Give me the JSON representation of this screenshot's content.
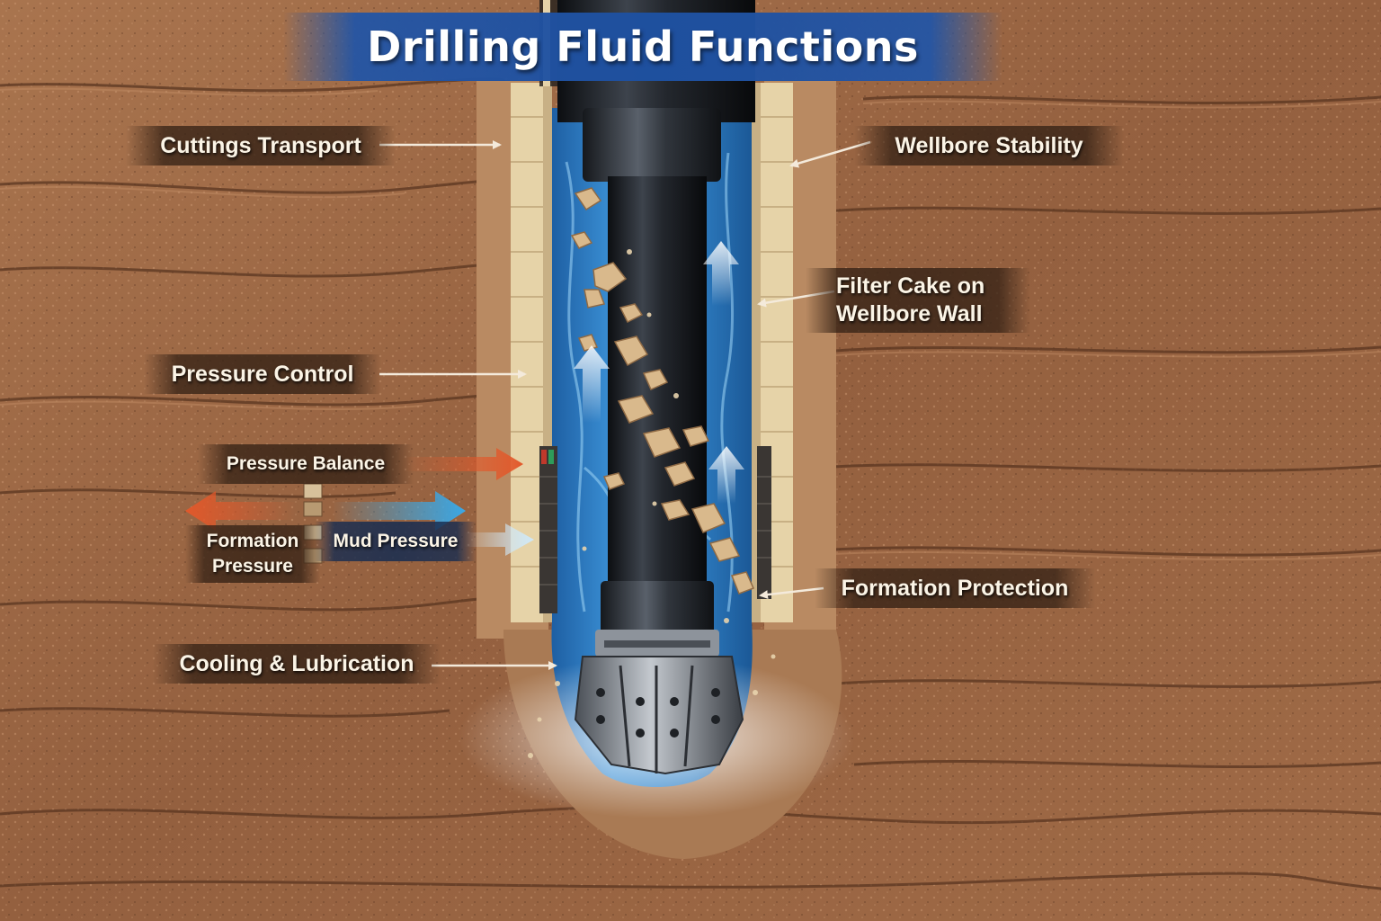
{
  "title": "Drilling Fluid Functions",
  "labels": {
    "cuttings_transport": "Cuttings Transport",
    "wellbore_stability": "Wellbore Stability",
    "filter_cake_line1": "Filter Cake on",
    "filter_cake_line2": "Wellbore Wall",
    "pressure_control": "Pressure Control",
    "pressure_balance": "Pressure Balance",
    "formation_pressure_line1": "Formation",
    "formation_pressure_line2": "Pressure",
    "mud_pressure": "Mud Pressure",
    "formation_protection": "Formation Protection",
    "cooling_lubrication": "Cooling & Lubrication"
  },
  "colors": {
    "rock": "#9c6a47",
    "rock_dark": "#6e4429",
    "filter_cake": "#e6d3a8",
    "mud": "#2f7fc4",
    "mud_light": "#8fd0f5",
    "pipe": "#1c1f24",
    "title_blue": "#2a5aa8",
    "formation_arrow": "#e2582a",
    "mud_arrow": "#3aa8e6",
    "pointer": "#f4eadb"
  }
}
